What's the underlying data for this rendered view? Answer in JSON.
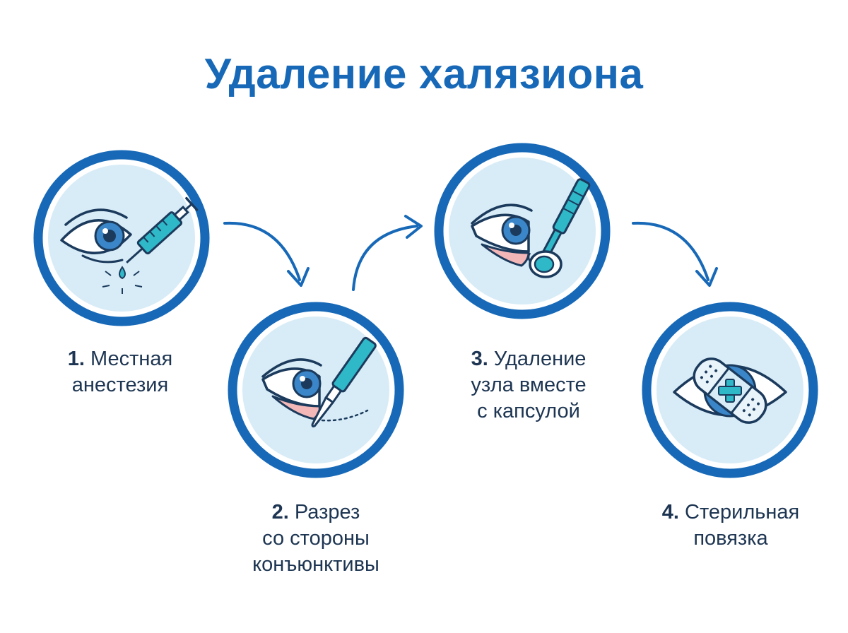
{
  "title": "Удаление халязиона",
  "colors": {
    "primary": "#1769b8",
    "circle_fill": "#d8ecf7",
    "line": "#1b3a5c",
    "teal": "#2fb8c8",
    "iris": "#3a86c8",
    "pink": "#f3b7b7"
  },
  "steps": [
    {
      "number": "1.",
      "lines": [
        "Местная",
        "анестезия"
      ],
      "icon": "eye-syringe-icon"
    },
    {
      "number": "2.",
      "lines": [
        "Разрез",
        "со стороны",
        "конъюнктивы"
      ],
      "icon": "eye-scalpel-icon"
    },
    {
      "number": "3.",
      "lines": [
        "Удаление",
        "узла вместе",
        "с капсулой"
      ],
      "icon": "eye-curette-icon"
    },
    {
      "number": "4.",
      "lines": [
        "Стерильная",
        "повязка"
      ],
      "icon": "eye-bandage-icon"
    }
  ]
}
